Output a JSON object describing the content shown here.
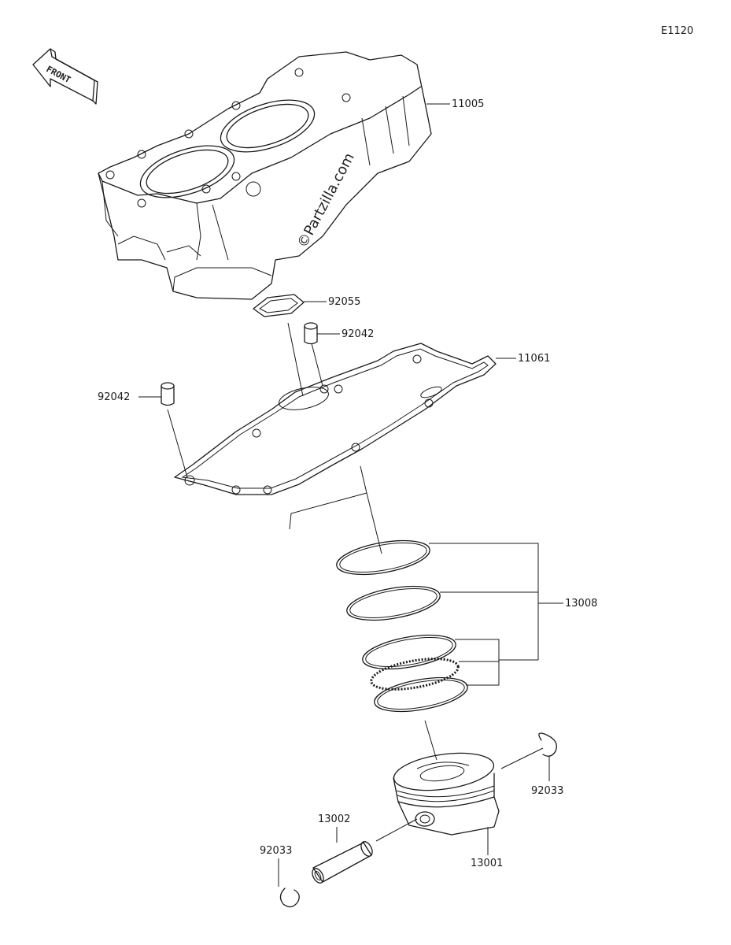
{
  "diagram_code": "E1120",
  "front_label": "FRONT",
  "watermark": "©Partzilla.com",
  "parts": {
    "cylinder": "11005",
    "oring": "92055",
    "dowel_upper": "92042",
    "dowel_left": "92042",
    "gasket": "11061",
    "ring_set": "13008",
    "piston": "13001",
    "pin": "13002",
    "clip_right": "92033",
    "clip_left": "92033"
  }
}
